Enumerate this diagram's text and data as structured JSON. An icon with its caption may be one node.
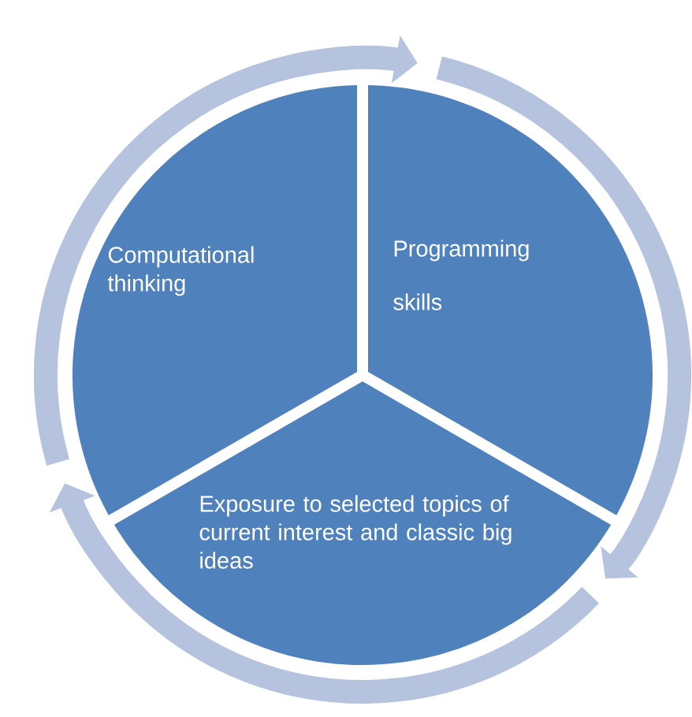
{
  "diagram": {
    "nodes": [
      {
        "text": [
          "Computational thinking"
        ]
      },
      {
        "text": [
          "Programming skills"
        ]
      },
      {
        "text": [
          "Exposure to selected topics of current interest and classic big ideas"
        ]
      }
    ],
    "edges": [
      {
        "from": 0,
        "to": 1,
        "arrow": "to"
      },
      {
        "from": 1,
        "to": 2,
        "arrow": "to"
      },
      {
        "from": 2,
        "to": 0,
        "arrow": "to"
      }
    ]
  }
}
